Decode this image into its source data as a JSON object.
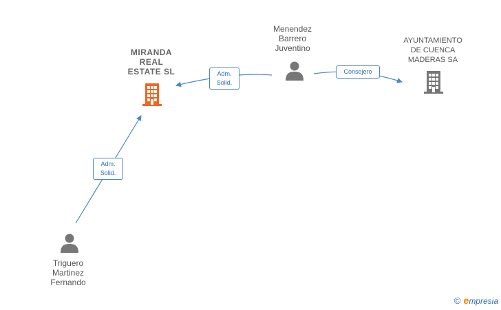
{
  "nodes": {
    "miranda": {
      "label": "MIRANDA\nREAL\nESTATE  SL",
      "type": "company",
      "color": "#f26522"
    },
    "ayuntamiento": {
      "label": "AYUNTAMIENTO\nDE CUENCA\nMADERAS SA",
      "type": "company",
      "color": "#777777"
    },
    "menendez": {
      "label": "Menendez\nBarrero\nJuventino",
      "type": "person",
      "color": "#777777"
    },
    "triguero": {
      "label": "Triguero\nMartinez\nFernando",
      "type": "person",
      "color": "#777777"
    }
  },
  "edges": [
    {
      "from": "menendez",
      "to": "miranda",
      "label": "Adm.\nSolid."
    },
    {
      "from": "menendez",
      "to": "ayuntamiento",
      "label": "Consejero"
    },
    {
      "from": "triguero",
      "to": "miranda",
      "label": "Adm.\nSolid."
    }
  ],
  "footer": {
    "copyright": "©",
    "brand_initial": "e",
    "brand_rest": "mpresia"
  },
  "colors": {
    "edge": "#4a86c8"
  }
}
